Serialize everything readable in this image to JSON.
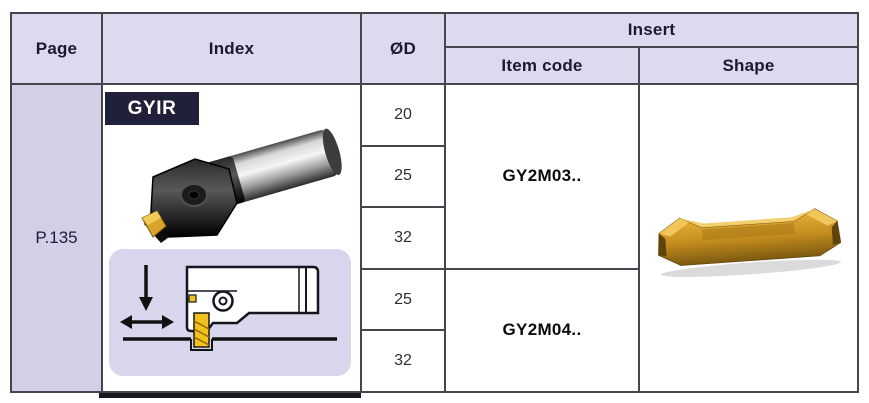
{
  "colors": {
    "header_bg": "#dcdaee",
    "page_cell_bg": "#d2d0e6",
    "grid_line": "#45454d",
    "badge_bg": "#20203a",
    "diagram_bg": "#d8d6ec",
    "insert_gold": "#c78f1f"
  },
  "header": {
    "page": "Page",
    "index": "Index",
    "diameter": "ØD",
    "insert_group": "Insert",
    "item_code": "Item code",
    "shape": "Shape"
  },
  "row": {
    "page_ref": "P.135",
    "index_label": "GYIR",
    "diameters": [
      "20",
      "25",
      "32",
      "25",
      "32"
    ],
    "item_codes": [
      "GY2M03..",
      "GY2M04.."
    ]
  }
}
